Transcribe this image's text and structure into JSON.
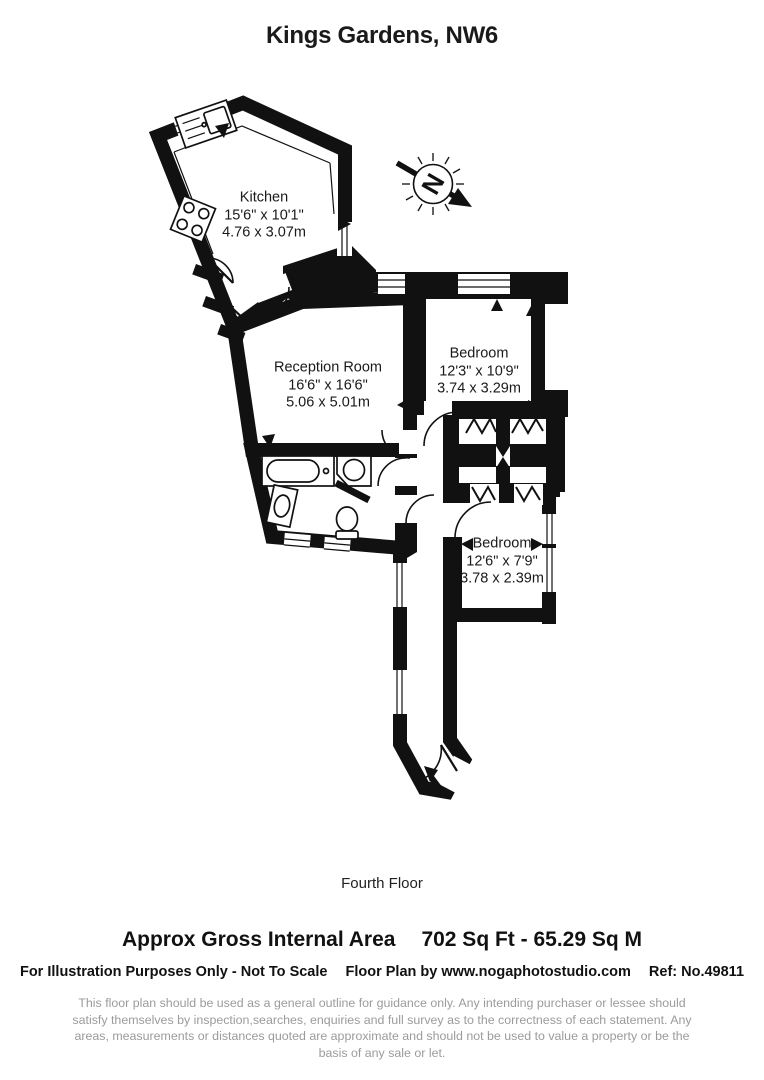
{
  "title": "Kings Gardens, NW6",
  "compass": {
    "label": "N"
  },
  "rooms": {
    "kitchen": {
      "name": "Kitchen",
      "dimensions_imperial": "15'6\" x 10'1\"",
      "dimensions_metric": "4.76 x 3.07m"
    },
    "reception": {
      "name": "Reception Room",
      "dimensions_imperial": "16'6\" x 16'6\"",
      "dimensions_metric": "5.06 x 5.01m"
    },
    "bedroom1": {
      "name": "Bedroom",
      "dimensions_imperial": "12'3\" x 10'9\"",
      "dimensions_metric": "3.74 x 3.29m"
    },
    "bedroom2": {
      "name": "Bedroom",
      "dimensions_imperial": "12'6\" x 7'9\"",
      "dimensions_metric": "3.78 x 2.39m"
    }
  },
  "floor_label": "Fourth Floor",
  "area_summary": {
    "label": "Approx Gross Internal Area",
    "value": "702 Sq Ft - 65.29 Sq M"
  },
  "footer": {
    "illustration_note": "For Illustration Purposes Only - Not To Scale",
    "credit": "Floor Plan by www.nogaphotostudio.com",
    "reference": "Ref: No.49811"
  },
  "disclaimer": "This floor plan should be used as a general outline for guidance only. Any intending purchaser or lessee should satisfy themselves by inspection,searches, enquiries and full survey as to the correctness of each statement. Any areas, measurements or distances quoted are approximate and should not be used to value a property or be the basis of any sale or let.",
  "colors": {
    "wall": "#111111",
    "background": "#ffffff",
    "muted_text": "#9b9b9b"
  }
}
